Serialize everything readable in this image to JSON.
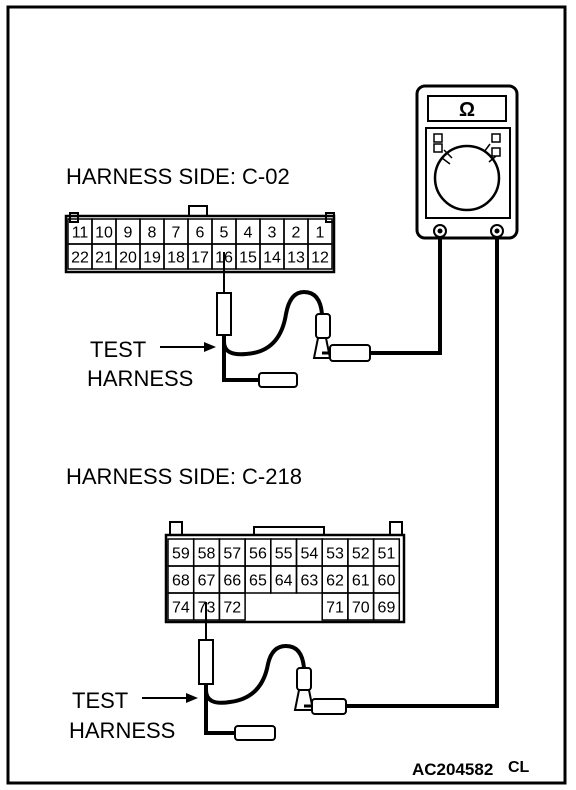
{
  "top_connector": {
    "title": "HARNESS SIDE: C-02",
    "row1": [
      "11",
      "10",
      "9",
      "8",
      "7",
      "6",
      "5",
      "4",
      "3",
      "2",
      "1"
    ],
    "row2": [
      "22",
      "21",
      "20",
      "19",
      "18",
      "17",
      "16",
      "15",
      "14",
      "13",
      "12"
    ]
  },
  "bottom_connector": {
    "title": "HARNESS SIDE: C-218",
    "row1": [
      "59",
      "58",
      "57",
      "56",
      "55",
      "54",
      "53",
      "52",
      "51"
    ],
    "row2": [
      "68",
      "67",
      "66",
      "65",
      "64",
      "63",
      "62",
      "61",
      "60"
    ],
    "row3": [
      "74",
      "73",
      "72",
      "",
      "",
      "",
      "71",
      "70",
      "69"
    ]
  },
  "test_harness_top": {
    "line1": "TEST",
    "line2": "HARNESS"
  },
  "test_harness_bottom": {
    "line1": "TEST",
    "line2": "HARNESS"
  },
  "meter": {
    "symbol": "Ω"
  },
  "figure_code": {
    "code": "AC204582",
    "suffix": "CL"
  },
  "icons": {
    "meter": "multimeter-icon",
    "probe": "probe-icon"
  }
}
